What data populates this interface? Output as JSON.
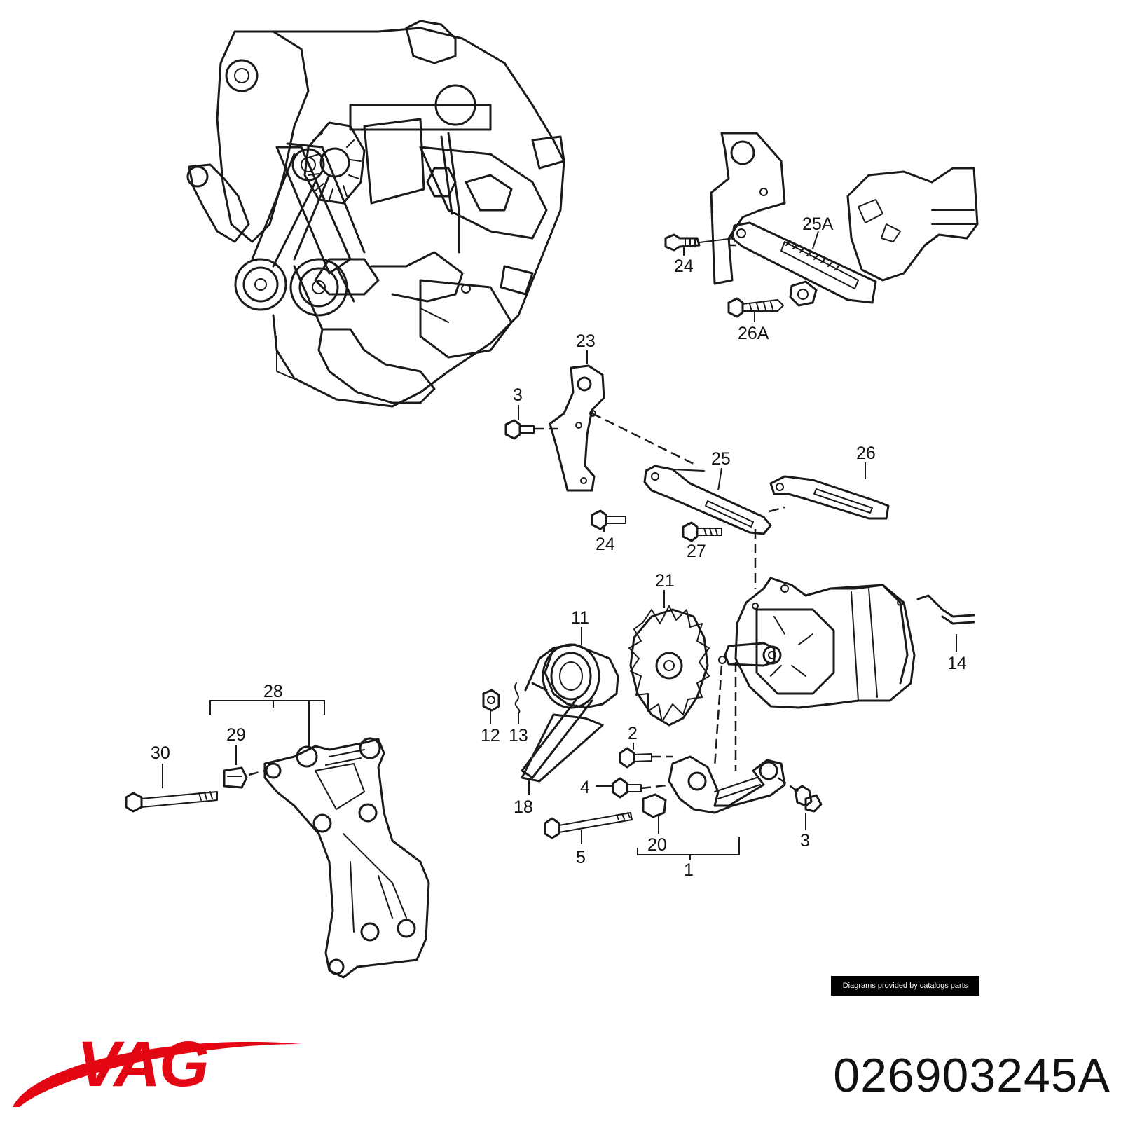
{
  "labels": [
    {
      "id": "label-25a",
      "text": "25A"
    },
    {
      "id": "label-24-top",
      "text": "24"
    },
    {
      "id": "label-26a",
      "text": "26A"
    },
    {
      "id": "label-23",
      "text": "23"
    },
    {
      "id": "label-3-top",
      "text": "3"
    },
    {
      "id": "label-25",
      "text": "25"
    },
    {
      "id": "label-26",
      "text": "26"
    },
    {
      "id": "label-24-mid",
      "text": "24"
    },
    {
      "id": "label-27",
      "text": "27"
    },
    {
      "id": "label-21",
      "text": "21"
    },
    {
      "id": "label-11",
      "text": "11"
    },
    {
      "id": "label-14",
      "text": "14"
    },
    {
      "id": "label-28",
      "text": "28"
    },
    {
      "id": "label-29",
      "text": "29"
    },
    {
      "id": "label-30",
      "text": "30"
    },
    {
      "id": "label-12",
      "text": "12"
    },
    {
      "id": "label-13",
      "text": "13"
    },
    {
      "id": "label-2",
      "text": "2"
    },
    {
      "id": "label-4",
      "text": "4"
    },
    {
      "id": "label-18",
      "text": "18"
    },
    {
      "id": "label-20",
      "text": "20"
    },
    {
      "id": "label-3-bottom",
      "text": "3"
    },
    {
      "id": "label-5",
      "text": "5"
    },
    {
      "id": "label-1",
      "text": "1"
    }
  ],
  "credit": "Diagrams provided by catalogs parts",
  "brand": {
    "name": "VAG",
    "color": "#e30613"
  },
  "part_number": "026903245A"
}
